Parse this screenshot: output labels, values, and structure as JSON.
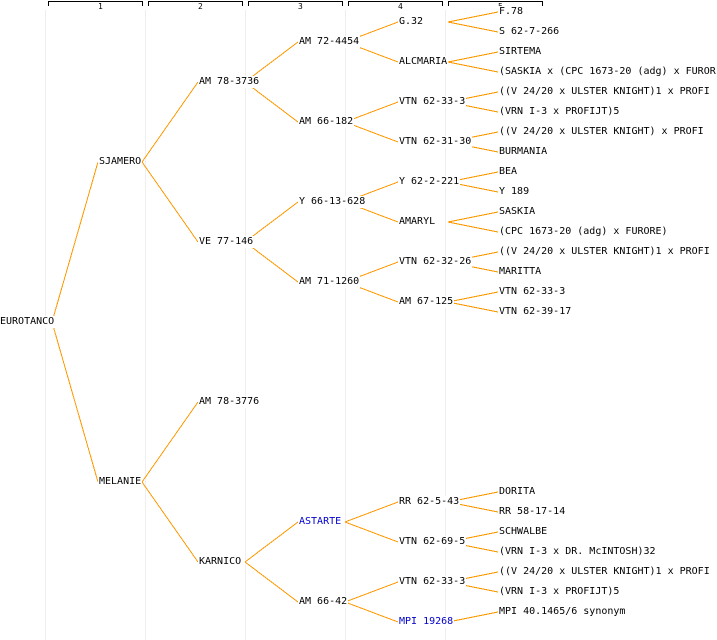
{
  "generations": [
    "1",
    "2",
    "3",
    "4",
    "5"
  ],
  "colors": {
    "connector": "#ff9900",
    "link": "#0000cc",
    "divider": "#eeeeee",
    "bracket": "#000000"
  },
  "nodes": {
    "g1": "EUROTANCO",
    "g2": [
      "SJAMERO",
      "MELANIE"
    ],
    "g3": [
      "AM 78-3736",
      "VE 77-146",
      "AM 78-3776",
      "KARNICO"
    ],
    "g4": [
      "AM 72-4454",
      "AM 66-182",
      "Y 66-13-628",
      "AM 71-1260",
      "ASTARTE",
      "AM 66-42"
    ],
    "g5": [
      "G.32",
      "ALCMARIA",
      "VTN 62-33-3",
      "VTN 62-31-30",
      "Y 62-2-221",
      "AMARYL",
      "VTN 62-32-26",
      "AM 67-125",
      "RR 62-5-43",
      "VTN 62-69-5",
      "VTN 62-33-3",
      "MPI 19268"
    ],
    "g6": [
      "F.78",
      "S 62-7-266",
      "SIRTEMA",
      "(SASKIA x (CPC 1673-20 (adg) x FUROR",
      "((V 24/20 x ULSTER KNIGHT)1 x PROFI",
      "(VRN I-3 x PROFIJT)5",
      "((V 24/20 x ULSTER KNIGHT) x PROFI",
      "BURMANIA",
      "BEA",
      "Y 189",
      "SASKIA",
      "(CPC 1673-20 (adg) x FURORE)",
      "((V 24/20 x ULSTER KNIGHT)1 x PROFI",
      "MARITTA",
      "VTN 62-33-3",
      "VTN 62-39-17",
      "DORITA",
      "RR 58-17-14",
      "SCHWALBE",
      "(VRN I-3 x DR. McINTOSH)32",
      "((V 24/20 x ULSTER KNIGHT)1 x PROFI",
      "(VRN I-3 x PROFIJT)5",
      "MPI 40.1465/6 synonym"
    ]
  }
}
